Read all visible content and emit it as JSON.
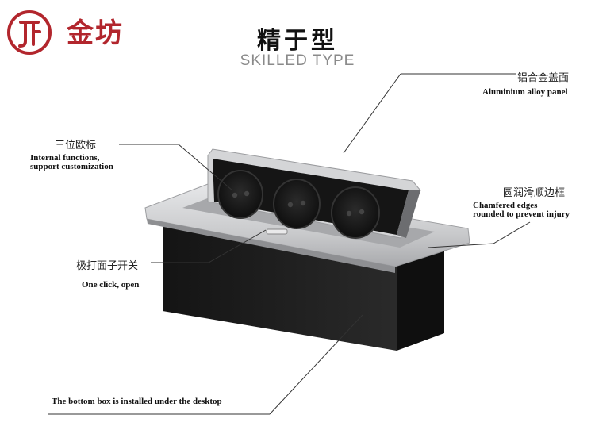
{
  "brand": {
    "name": "金坊"
  },
  "title": {
    "zh": "精于型",
    "en": "SKILLED TYPE"
  },
  "callouts": {
    "panel": {
      "zh": "铝合金盖面",
      "en": "Aluminium alloy panel"
    },
    "sockets": {
      "zh": "三位欧标",
      "en_line1": "Internal functions,",
      "en_line2": "support customization"
    },
    "edges": {
      "zh": "圆润滑顺边框",
      "en_line1": "Chamfered edges",
      "en_line2": "rounded to prevent injury"
    },
    "switch": {
      "zh": "极打面子开关",
      "en": "One click, open"
    },
    "bottom": {
      "en": "The bottom box is installed under the desktop"
    }
  },
  "colors": {
    "brand_red": "#b2262d",
    "box_black": "#1c1c1c",
    "panel_silver": "#c9cacc"
  }
}
